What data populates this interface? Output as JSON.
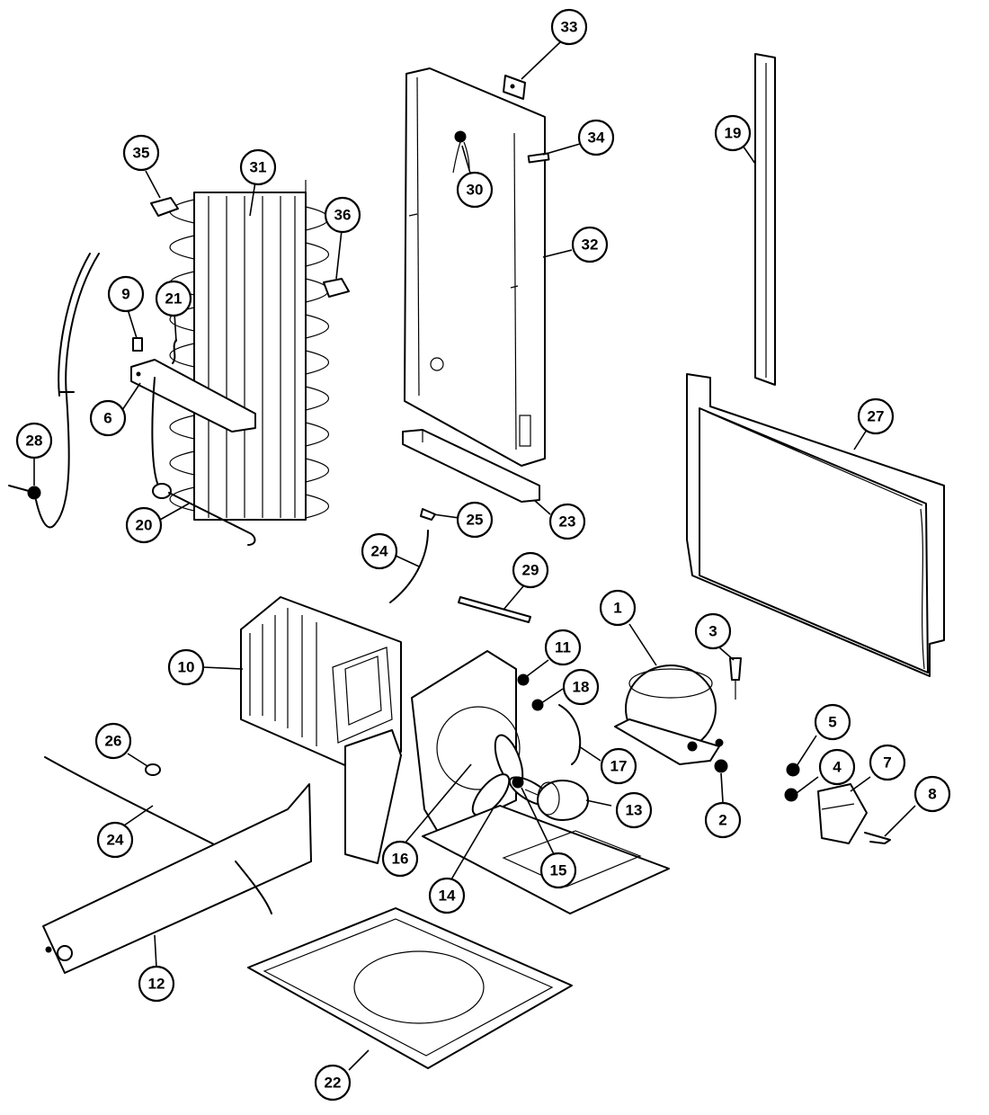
{
  "callouts": [
    {
      "id": "33",
      "label": "33"
    },
    {
      "id": "34",
      "label": "34"
    },
    {
      "id": "30",
      "label": "30"
    },
    {
      "id": "32",
      "label": "32"
    },
    {
      "id": "19",
      "label": "19"
    },
    {
      "id": "35",
      "label": "35"
    },
    {
      "id": "31",
      "label": "31"
    },
    {
      "id": "36",
      "label": "36"
    },
    {
      "id": "9",
      "label": "9"
    },
    {
      "id": "21",
      "label": "21"
    },
    {
      "id": "6",
      "label": "6"
    },
    {
      "id": "28",
      "label": "28"
    },
    {
      "id": "20",
      "label": "20"
    },
    {
      "id": "27",
      "label": "27"
    },
    {
      "id": "25",
      "label": "25"
    },
    {
      "id": "23",
      "label": "23"
    },
    {
      "id": "24a",
      "label": "24"
    },
    {
      "id": "29",
      "label": "29"
    },
    {
      "id": "1",
      "label": "1"
    },
    {
      "id": "3",
      "label": "3"
    },
    {
      "id": "10",
      "label": "10"
    },
    {
      "id": "11",
      "label": "11"
    },
    {
      "id": "18",
      "label": "18"
    },
    {
      "id": "17",
      "label": "17"
    },
    {
      "id": "5",
      "label": "5"
    },
    {
      "id": "4",
      "label": "4"
    },
    {
      "id": "7",
      "label": "7"
    },
    {
      "id": "8",
      "label": "8"
    },
    {
      "id": "26",
      "label": "26"
    },
    {
      "id": "13",
      "label": "13"
    },
    {
      "id": "2",
      "label": "2"
    },
    {
      "id": "16",
      "label": "16"
    },
    {
      "id": "15",
      "label": "15"
    },
    {
      "id": "14",
      "label": "14"
    },
    {
      "id": "24b",
      "label": "24"
    },
    {
      "id": "12",
      "label": "12"
    },
    {
      "id": "22",
      "label": "22"
    }
  ]
}
